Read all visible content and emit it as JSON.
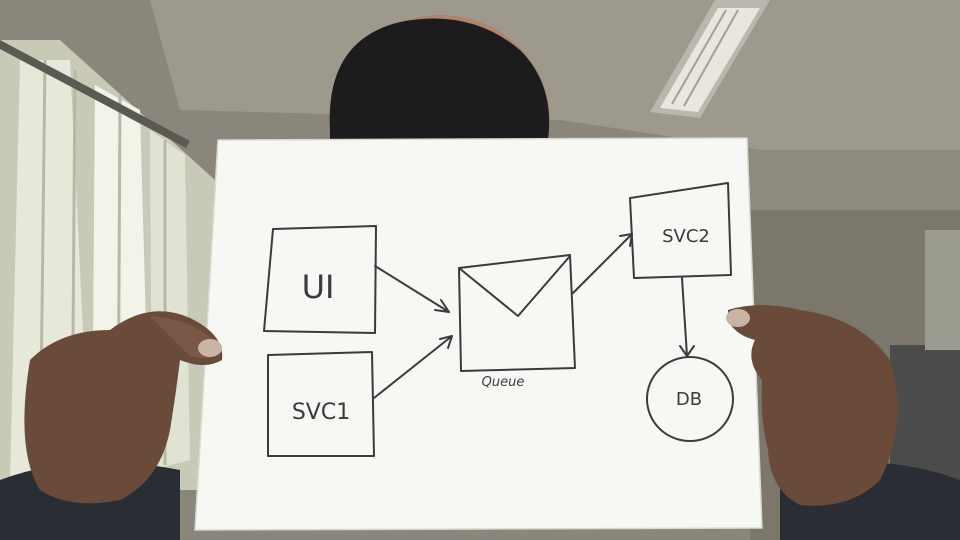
{
  "photo": {
    "subject": "person holding a sheet of paper with a hand-drawn architecture sketch",
    "paper_color": "#f7f7f4",
    "ink_color": "#3a3a40"
  },
  "sketch": {
    "nodes": {
      "ui": "UI",
      "svc1": "SVC1",
      "queue_label": "Queue",
      "svc2": "SVC2",
      "db": "DB"
    }
  }
}
